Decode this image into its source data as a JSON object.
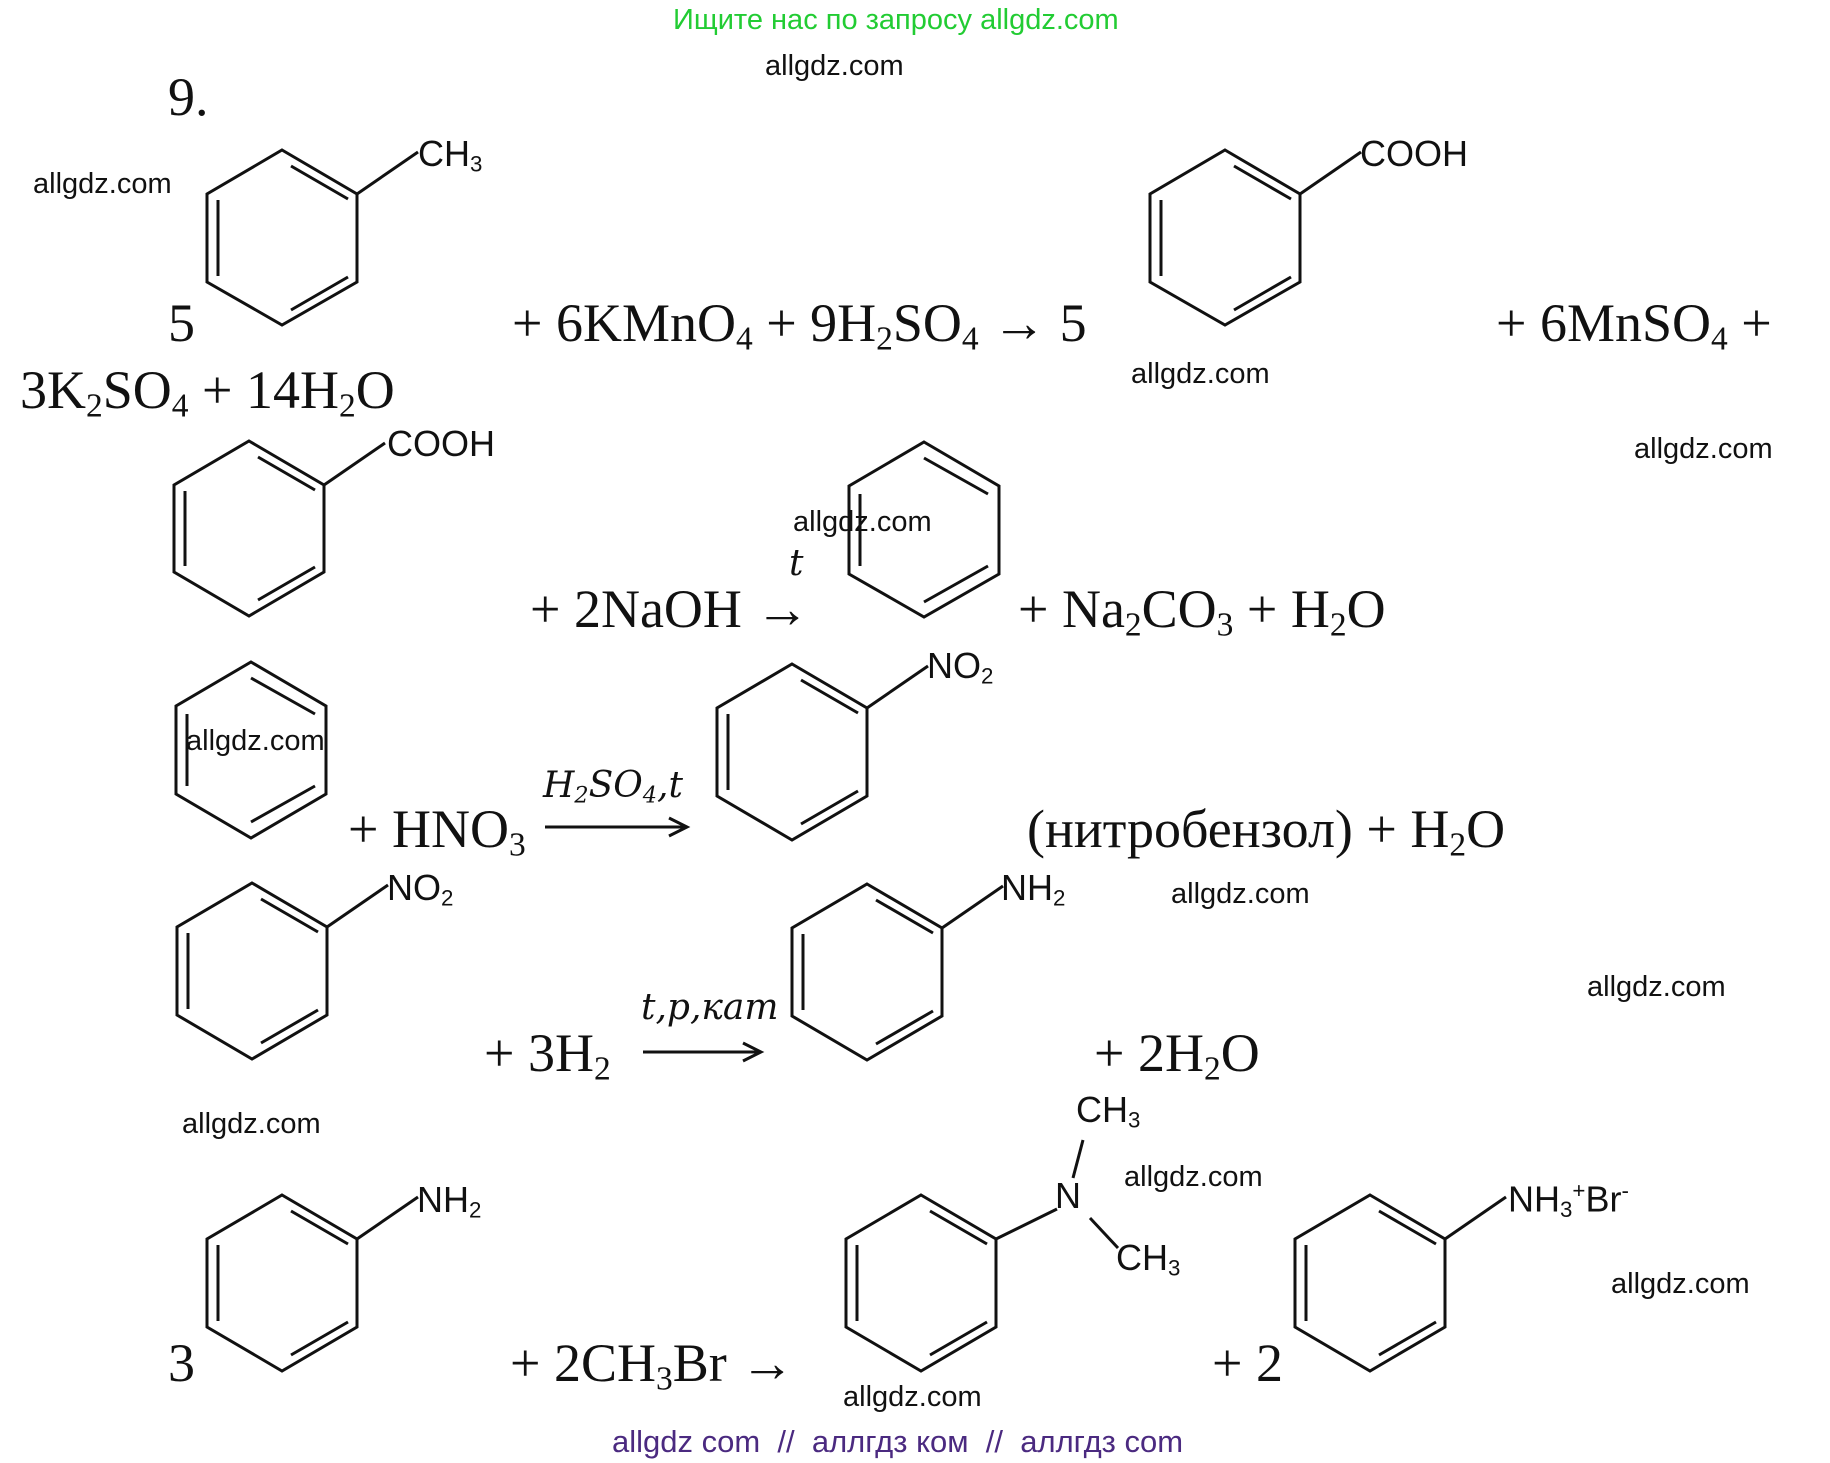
{
  "colors": {
    "top_banner": "#22cc33",
    "bottom_banner": "#4b2a80",
    "text": "#111111"
  },
  "banner": {
    "top": "Ищите нас по запросу allgdz.com",
    "bottom": "allgdz com  //  аллгдз ком  //  аллгдз com"
  },
  "watermark": "allgdz.com",
  "problem": {
    "number": "9."
  },
  "eq1": {
    "coef_toluene": "5",
    "reagents": "+ 6KMnO",
    "coef_acid": "5",
    "products_tail": "+ 6MnSO",
    "line2": "3K",
    "line2_water": "+ 14H"
  },
  "eq2": {
    "reagents": "+ 2NaOH",
    "condition": "t",
    "products": "+ Na",
    "water": "+ H"
  },
  "eq3": {
    "reagent": "+ HNO",
    "condition": "H",
    "name": "(нитробензол)",
    "water": "+ H"
  },
  "eq4": {
    "reagent": "+ 3H",
    "condition": "t,p,кат",
    "water": "+ 2H"
  },
  "eq5": {
    "coef_aniline": "3",
    "reagent": "+ 2CH",
    "reagent_tail": "Br",
    "coef_salt": "+ 2"
  },
  "labels": {
    "ch3": "CH",
    "cooh": "COOH",
    "no2": "NO",
    "nh2": "NH",
    "n": "N",
    "nh3": "NH",
    "br": "Br"
  },
  "icons": [
    "benzene-ring-icon",
    "right-arrow-icon"
  ]
}
